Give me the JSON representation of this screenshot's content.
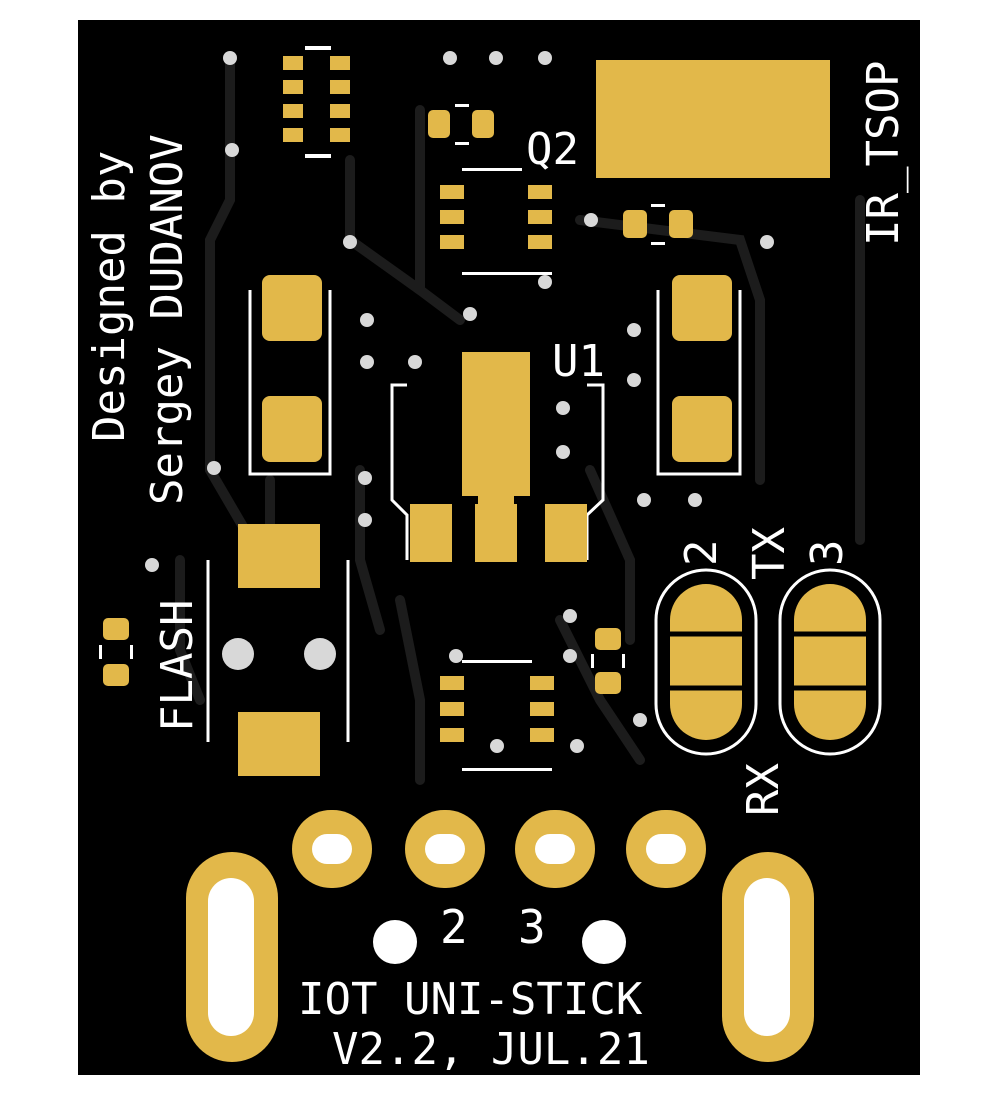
{
  "colors": {
    "board": "#000000",
    "copper": "#e2b84a",
    "silk": "#ffffff",
    "hole": "#d8d8d8",
    "trace": "#1a1a1a"
  },
  "labels": {
    "designed_line1": "Designed by",
    "designed_line2": "Sergey DUDANOV",
    "ir_tsop": "IR_TSOP",
    "q2": "Q2",
    "u1": "U1",
    "flash": "FLASH",
    "tx": "TX",
    "rx": "RX",
    "pad2_top": "2",
    "pad3_top": "3",
    "pin2": "2",
    "pin3": "3",
    "title_line1": "IOT UNI-STICK",
    "title_line2": "V2.2, JUL.21"
  }
}
